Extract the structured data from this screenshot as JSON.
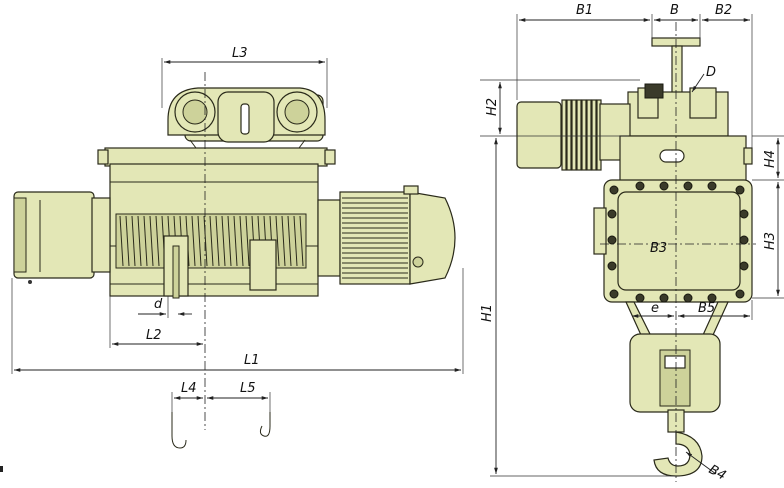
{
  "dimension_labels": {
    "L1": "L1",
    "L2": "L2",
    "L3": "L3",
    "L4": "L4",
    "L5": "L5",
    "d": "d",
    "B": "B",
    "B1": "B1",
    "B2": "B2",
    "B3": "B3",
    "B4": "B4",
    "B5": "B5",
    "D": "D",
    "e": "e",
    "H1": "H1",
    "H2": "H2",
    "H3": "H3",
    "H4": "H4"
  },
  "colors": {
    "body": "#e3e7b6",
    "body_shade": "#cdd29a",
    "outline": "#2a2a1a",
    "dimension_line": "#222222"
  }
}
